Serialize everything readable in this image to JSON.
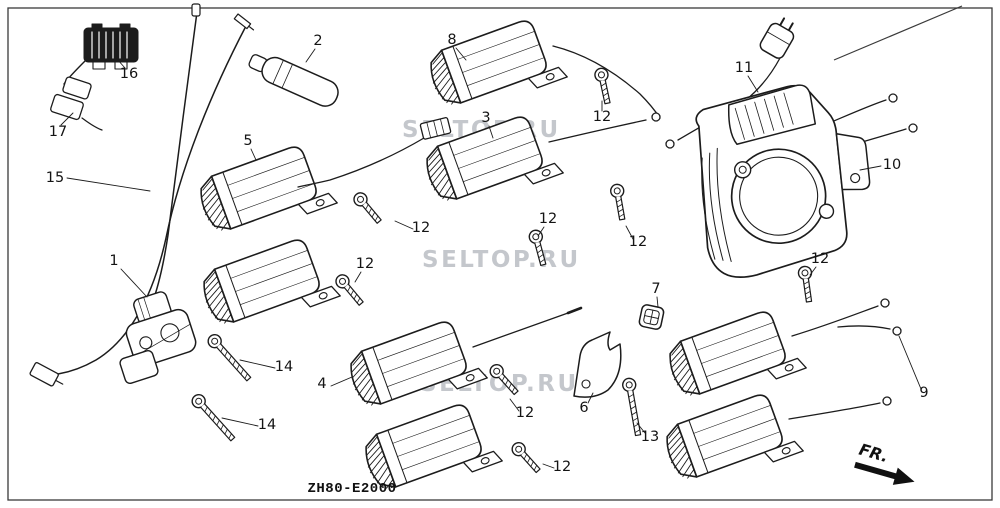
{
  "diagram": {
    "code": "ZH80-E2000",
    "direction_label": "FR.",
    "watermark_text": "SELTOP.RU",
    "line_color": "#1c1c1c",
    "watermark_color": "#8b919b",
    "background_color": "#ffffff"
  },
  "part_labels": {
    "1": "1",
    "2": "2",
    "3": "3",
    "4": "4",
    "5": "5",
    "6": "6",
    "7": "7",
    "8": "8",
    "9": "9",
    "10": "10",
    "11": "11",
    "12": "12",
    "13": "13",
    "14": "14",
    "15": "15",
    "16": "16",
    "17": "17"
  }
}
